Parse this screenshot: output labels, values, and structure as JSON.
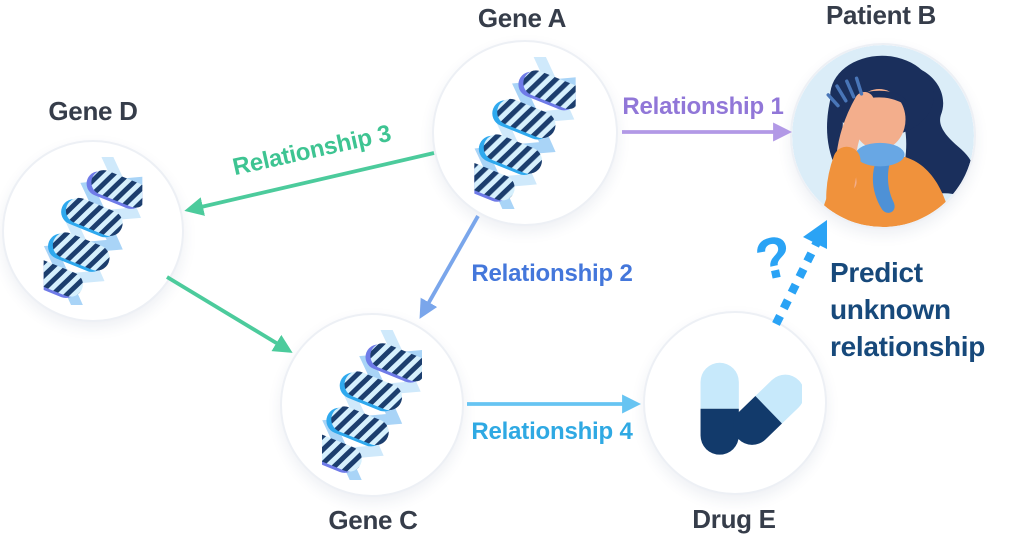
{
  "diagram": {
    "background": "#FFFFFF",
    "nodes": [
      {
        "id": "gene-a",
        "label": "Gene A",
        "icon": "dna-icon"
      },
      {
        "id": "patient-b",
        "label": "Patient B",
        "icon": "patient-illustration"
      },
      {
        "id": "gene-d",
        "label": "Gene D",
        "icon": "dna-icon"
      },
      {
        "id": "gene-c",
        "label": "Gene C",
        "icon": "dna-icon"
      },
      {
        "id": "drug-e",
        "label": "Drug E",
        "icon": "pills-icon"
      }
    ],
    "edges": [
      {
        "label": "Relationship 1",
        "from": "Gene A",
        "to": "Patient B",
        "style": "solid",
        "color": "#B299E6"
      },
      {
        "label": "Relationship 2",
        "from": "Gene A",
        "to": "Gene C",
        "style": "solid",
        "color": "#7AA6EB"
      },
      {
        "label": "Relationship 3",
        "from": "Gene A",
        "to": "Gene D",
        "style": "solid",
        "color": "#4CCB9C"
      },
      {
        "label": "Relationship 4",
        "from": "Gene C",
        "to": "Drug E",
        "style": "solid",
        "color": "#67C4F2"
      },
      {
        "label": "",
        "from": "Gene D",
        "to": "Gene C",
        "style": "solid",
        "color": "#4CCB9C"
      },
      {
        "label": "?",
        "from": "Drug E",
        "to": "Patient B",
        "style": "dashed",
        "color": "#2AA3F5"
      }
    ],
    "annotation": {
      "question_mark": "?",
      "text": "Predict unknown relationship",
      "lines": [
        "Predict",
        "unknown",
        "relationship"
      ]
    },
    "colors": {
      "node-label": "#363D4A",
      "edge1": "#B299E6",
      "edge1-text": "#9177D8",
      "edge2": "#7AA6EB",
      "edge2-text": "#4477DB",
      "edge3": "#4CCB9C",
      "edge3-text": "#3EC492",
      "edge4": "#67C4F2",
      "edge4-text": "#2FA9E3",
      "dash": "#2AA3F5",
      "annotation-text": "#17497B",
      "patient-bg": "#DBEDF8",
      "skin": "#F3AE8C",
      "hair": "#1A2F5C",
      "sweater": "#F0923C",
      "scarf": "#68A7E4",
      "scarf-dark": "#4E91D6",
      "pill-light": "#C7E9FB",
      "pill-dark": "#123A6B",
      "dna-ribbon": "#A9D4F7",
      "dna-ribbon-light": "#CFE9FB",
      "dna-stripe": "#1C3E6E",
      "dna-stripe-bg": "#D6F0FD",
      "dna-accent": "#6F7BE8",
      "dna-accent-cyan": "#2FA9EE"
    }
  }
}
